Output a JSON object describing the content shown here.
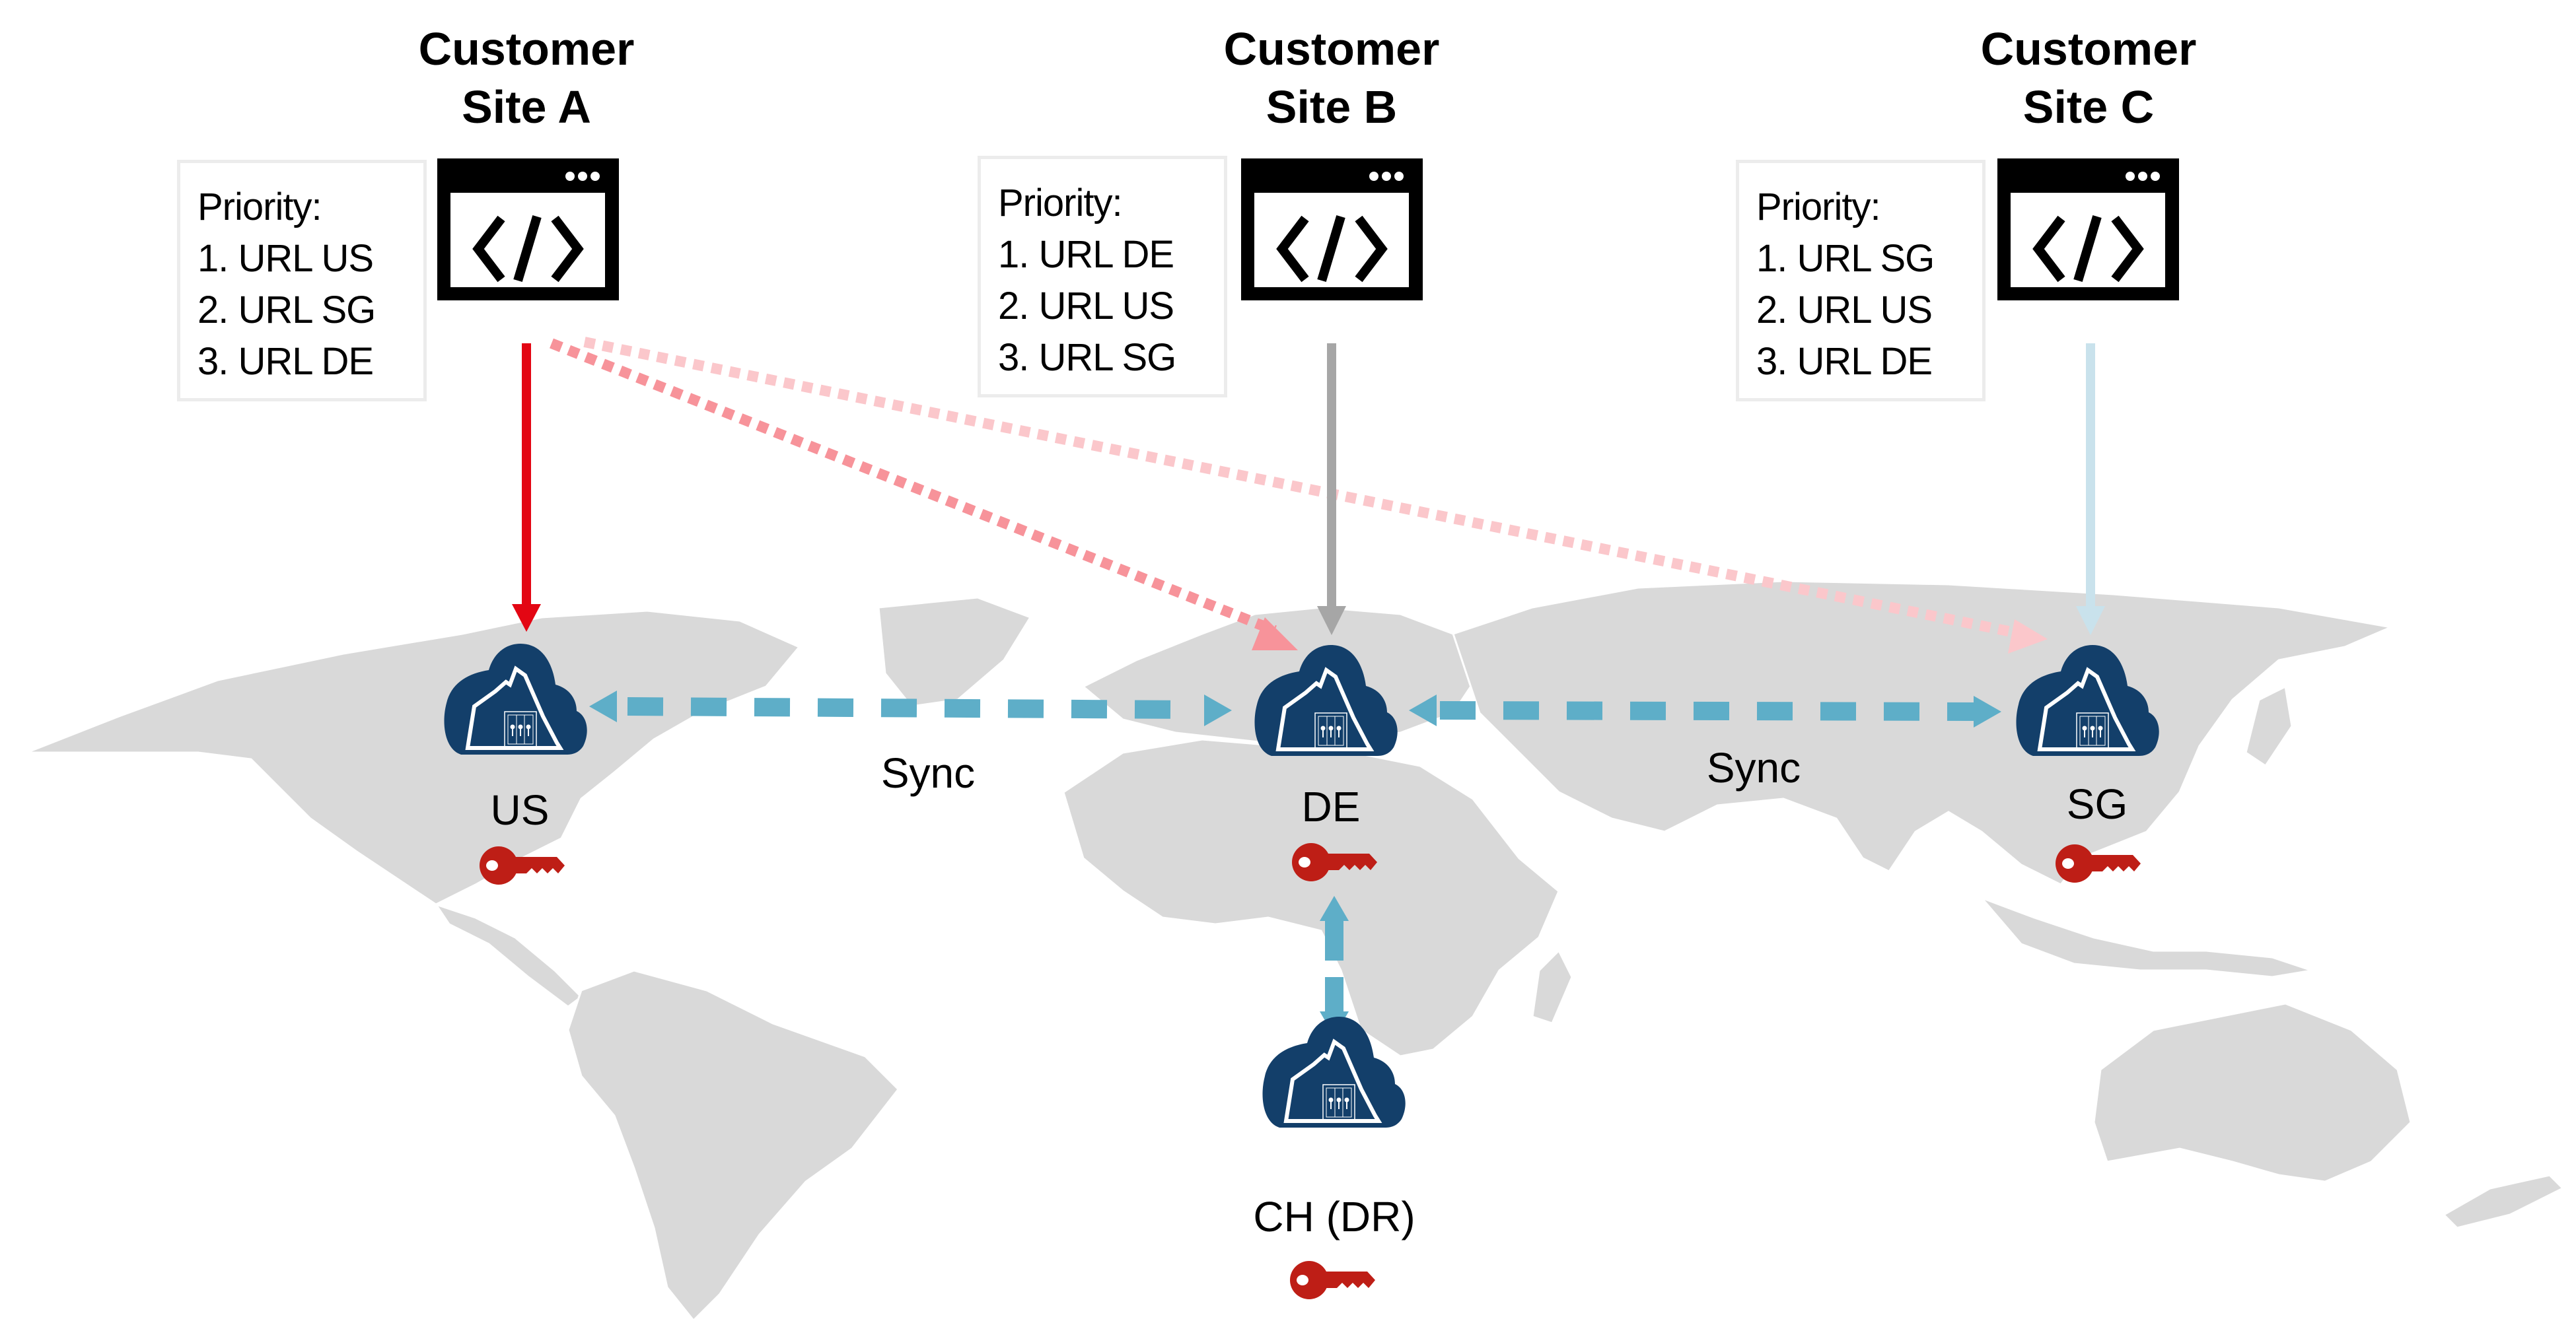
{
  "colors": {
    "map_land": "#d9d9d9",
    "map_border": "#ffffff",
    "cloud_fill": "#133f6a",
    "key_fill": "#be1e16",
    "sync_arrow": "#5eaec8",
    "site_a_primary": "#e30613",
    "site_a_secondary": "#f7939a",
    "site_a_tertiary": "#fbc7cb",
    "site_b_primary": "#a6a6a6",
    "site_c_primary": "#c9e2ec",
    "browser_icon": "#000000"
  },
  "sites": [
    {
      "id": "A",
      "title_line1": "Customer",
      "title_line2": "Site A",
      "priority_heading": "Priority:",
      "priorities": [
        "1. URL US",
        "2. URL SG",
        "3. URL DE"
      ],
      "icon": "browser-code-icon"
    },
    {
      "id": "B",
      "title_line1": "Customer",
      "title_line2": "Site B",
      "priority_heading": "Priority:",
      "priorities": [
        "1. URL DE",
        "2. URL US",
        "3. URL SG"
      ],
      "icon": "browser-code-icon"
    },
    {
      "id": "C",
      "title_line1": "Customer",
      "title_line2": "Site C",
      "priority_heading": "Priority:",
      "priorities": [
        "1. URL SG",
        "2. URL US",
        "3. URL DE"
      ],
      "icon": "browser-code-icon"
    }
  ],
  "regions": [
    {
      "id": "us",
      "label": "US",
      "icon": "cloud-vault-icon",
      "key_icon": "key-icon"
    },
    {
      "id": "de",
      "label": "DE",
      "icon": "cloud-vault-icon",
      "key_icon": "key-icon"
    },
    {
      "id": "sg",
      "label": "SG",
      "icon": "cloud-vault-icon",
      "key_icon": "key-icon"
    },
    {
      "id": "ch",
      "label": "CH (DR)",
      "icon": "cloud-vault-icon",
      "key_icon": "key-icon"
    }
  ],
  "sync_links": [
    {
      "from": "US",
      "to": "DE",
      "label": "Sync",
      "style": "dashed-bidirectional"
    },
    {
      "from": "DE",
      "to": "SG",
      "label": "Sync",
      "style": "dashed-bidirectional"
    },
    {
      "from": "DE",
      "to": "CH (DR)",
      "label": "",
      "style": "dashed-bidirectional"
    }
  ],
  "connections": [
    {
      "from": "Site A",
      "to": "US",
      "priority": 1,
      "style": "solid"
    },
    {
      "from": "Site A",
      "to": "DE",
      "priority": 3,
      "style": "dotted"
    },
    {
      "from": "Site A",
      "to": "SG",
      "priority": 2,
      "style": "dotted"
    },
    {
      "from": "Site B",
      "to": "DE",
      "priority": 1,
      "style": "solid"
    },
    {
      "from": "Site C",
      "to": "SG",
      "priority": 1,
      "style": "solid"
    }
  ]
}
